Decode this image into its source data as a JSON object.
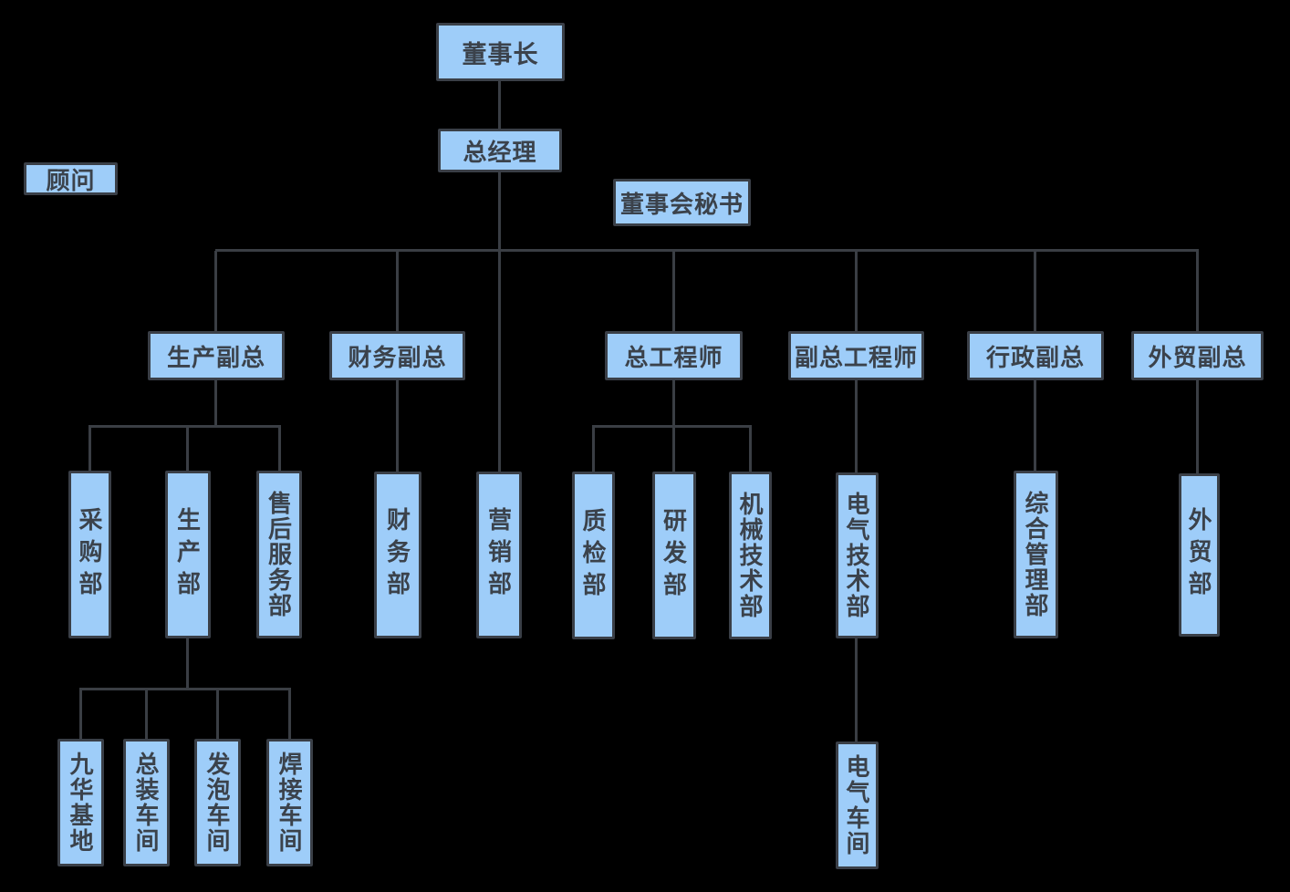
{
  "colors": {
    "background": "#000000",
    "node_fill": "#9ECDF9",
    "node_border": "#3A3F47",
    "node_text": "#3B424B",
    "connector": "#3A3E44"
  },
  "nodes": {
    "chairman": {
      "label": "董事长"
    },
    "general_manager": {
      "label": "总经理"
    },
    "advisor": {
      "label": "顾问"
    },
    "board_secretary": {
      "label": "董事会秘书"
    },
    "production_vp": {
      "label": "生产副总"
    },
    "finance_vp": {
      "label": "财务副总"
    },
    "chief_engineer": {
      "label": "总工程师"
    },
    "deputy_chief_engineer": {
      "label": "副总工程师"
    },
    "admin_vp": {
      "label": "行政副总"
    },
    "trade_vp": {
      "label": "外贸副总"
    },
    "purchasing_dept": {
      "label": "采购部"
    },
    "production_dept": {
      "label": "生产部"
    },
    "after_sales_dept": {
      "label": "售后服务部"
    },
    "finance_dept": {
      "label": "财务部"
    },
    "marketing_dept": {
      "label": "营销部"
    },
    "quality_dept": {
      "label": "质检部"
    },
    "rnd_dept": {
      "label": "研发部"
    },
    "mech_tech_dept": {
      "label": "机械技术部"
    },
    "elec_tech_dept": {
      "label": "电气技术部"
    },
    "general_mgmt_dept": {
      "label": "综合管理部"
    },
    "trade_dept": {
      "label": "外贸部"
    },
    "jiuhua_base": {
      "label": "九华基地"
    },
    "assembly_workshop": {
      "label": "总装车间"
    },
    "foaming_workshop": {
      "label": "发泡车间"
    },
    "welding_workshop": {
      "label": "焊接车间"
    },
    "elec_workshop": {
      "label": "电气车间"
    }
  },
  "edges": [
    [
      "chairman",
      "general_manager"
    ],
    [
      "general_manager",
      "production_vp"
    ],
    [
      "general_manager",
      "finance_vp"
    ],
    [
      "general_manager",
      "marketing_dept"
    ],
    [
      "general_manager",
      "chief_engineer"
    ],
    [
      "general_manager",
      "deputy_chief_engineer"
    ],
    [
      "general_manager",
      "admin_vp"
    ],
    [
      "general_manager",
      "trade_vp"
    ],
    [
      "production_vp",
      "purchasing_dept"
    ],
    [
      "production_vp",
      "production_dept"
    ],
    [
      "production_vp",
      "after_sales_dept"
    ],
    [
      "finance_vp",
      "finance_dept"
    ],
    [
      "chief_engineer",
      "quality_dept"
    ],
    [
      "chief_engineer",
      "rnd_dept"
    ],
    [
      "chief_engineer",
      "mech_tech_dept"
    ],
    [
      "deputy_chief_engineer",
      "elec_tech_dept"
    ],
    [
      "admin_vp",
      "general_mgmt_dept"
    ],
    [
      "trade_vp",
      "trade_dept"
    ],
    [
      "production_dept",
      "jiuhua_base"
    ],
    [
      "production_dept",
      "assembly_workshop"
    ],
    [
      "production_dept",
      "foaming_workshop"
    ],
    [
      "production_dept",
      "welding_workshop"
    ],
    [
      "elec_tech_dept",
      "elec_workshop"
    ]
  ],
  "floating_nodes": [
    "advisor",
    "board_secretary"
  ]
}
